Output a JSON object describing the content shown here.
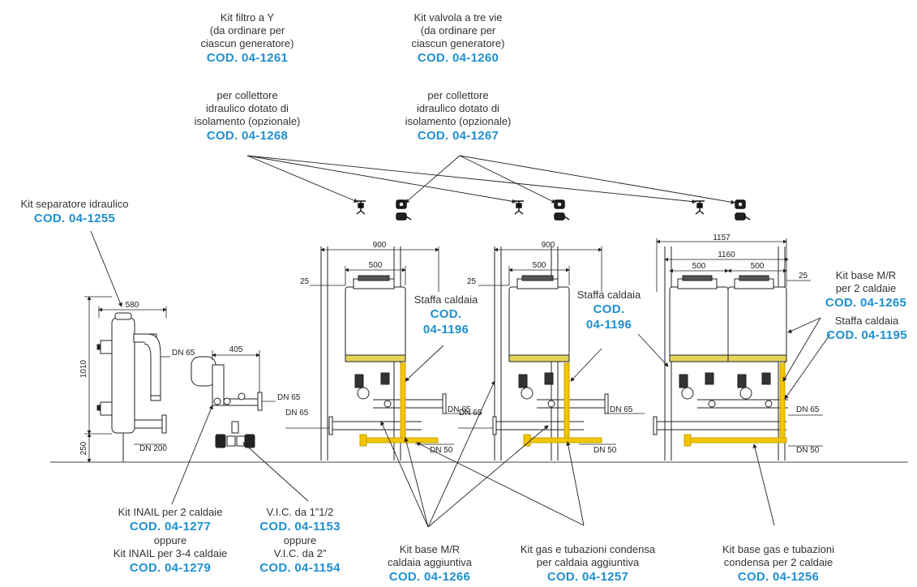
{
  "callouts": {
    "filtro": {
      "lines": [
        "Kit filtro a Y",
        "(da ordinare per",
        "ciascun generatore)"
      ],
      "code": "COD. 04-1261"
    },
    "valvola": {
      "lines": [
        "Kit valvola a tre vie",
        "(da ordinare per",
        "ciascun generatore)"
      ],
      "code": "COD. 04-1260"
    },
    "coll_filtro": {
      "lines": [
        "per collettore",
        "idraulico dotato di",
        "isolamento (opzionale)"
      ],
      "code": "COD. 04-1268"
    },
    "coll_valvola": {
      "lines": [
        "per collettore",
        "idraulico dotato di",
        "isolamento (opzionale)"
      ],
      "code": "COD. 04-1267"
    },
    "separatore": {
      "lines": [
        "Kit separatore idraulico"
      ],
      "code": "COD. 04-1255"
    },
    "staffa1": {
      "lines": [
        "Staffa caldaia"
      ],
      "code_lines": [
        "COD.",
        "04-1196"
      ]
    },
    "staffa2": {
      "lines": [
        "Staffa caldaia"
      ],
      "code_lines": [
        "COD.",
        "04-1196"
      ]
    },
    "base2": {
      "lines": [
        "Kit base M/R",
        "per 2 caldaie"
      ],
      "code": "COD. 04-1265"
    },
    "staffa3": {
      "lines": [
        "Staffa caldaia"
      ],
      "code": "COD. 04-1195"
    },
    "inail": {
      "line1": "Kit INAIL per 2 caldaie",
      "code1": "COD. 04-1277",
      "oppure": "oppure",
      "line2": "Kit INAIL per 3-4 caldaie",
      "code2": "COD. 04-1279"
    },
    "vic": {
      "line1": "V.I.C. da 1”1/2",
      "code1": "COD. 04-1153",
      "oppure": "oppure",
      "line2": "V.I.C. da 2”",
      "code2": "COD. 04-1154"
    },
    "base_agg": {
      "lines": [
        "Kit base M/R",
        "caldaia aggiuntiva"
      ],
      "code": "COD. 04-1266"
    },
    "gas_agg": {
      "lines": [
        "Kit gas e tubazioni condensa",
        "per caldaia aggiuntiva"
      ],
      "code": "COD. 04-1257"
    },
    "gas_base": {
      "lines": [
        "Kit base gas e tubazioni",
        "condensa per 2 caldaie"
      ],
      "code": "COD. 04-1256"
    }
  },
  "dimensions": {
    "sep_width": "580",
    "sep_height": "1010",
    "sep_base": "250",
    "sep_dn_top": "DN 65",
    "sep_dn_bottom": "DN 200",
    "inail_width": "405",
    "inail_dn": "DN 65",
    "u1_width": "900",
    "u1_inner": "500",
    "u1_offset": "25",
    "u1_dn_right": "DN 65",
    "u1_dn_left": "DN 65",
    "u1_dn_bottom": "DN 50",
    "u2_width": "900",
    "u2_inner": "500",
    "u2_offset": "25",
    "u2_dn_right": "DN 65",
    "u2_dn_left": "DN 65",
    "u2_dn_bottom": "DN 50",
    "u3_width_top": "1157",
    "u3_width": "1160",
    "u3_inner_a": "500",
    "u3_inner_b": "500",
    "u3_offset": "25",
    "u3_dn_right": "DN 65",
    "u3_dn_bottom": "DN 50"
  },
  "colors": {
    "code": "#1f8fcf",
    "gas_pipe": "#f2c500",
    "line": "#222222",
    "boiler_band": "#e8d35a"
  }
}
